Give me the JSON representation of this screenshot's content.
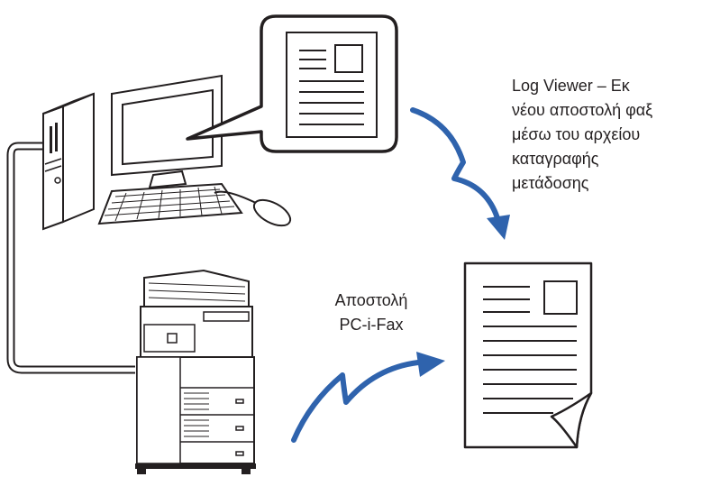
{
  "labels": {
    "log_viewer_lines": [
      "Log Viewer – Εκ",
      "νέου αποστολή φαξ",
      "μέσω του αρχείου",
      "καταγραφής",
      "μετάδοσης"
    ],
    "pc_fax_lines": [
      "Αποστολή",
      "PC-i-Fax"
    ]
  },
  "colors": {
    "arrow": "#2f63ad",
    "outline": "#231f20",
    "fill": "#ffffff"
  },
  "icons": [
    "computer-tower-icon",
    "monitor-icon",
    "keyboard-icon",
    "mouse-icon",
    "speech-bubble-document-icon",
    "multifunction-printer-icon",
    "fax-document-icon",
    "curved-arrow-icon",
    "lightning-arrow-icon"
  ]
}
